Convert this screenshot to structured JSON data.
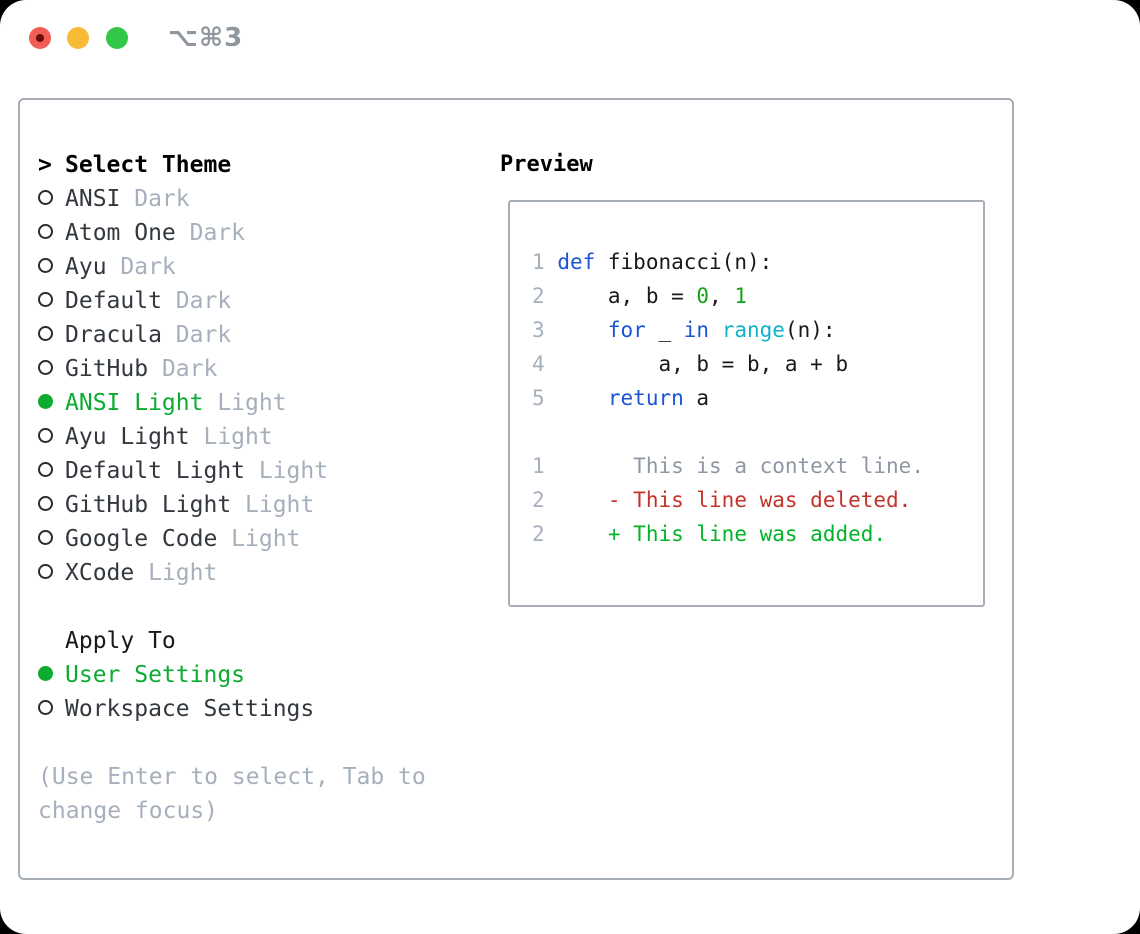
{
  "window": {
    "title": "⌥⌘3"
  },
  "traffic_lights": {
    "red": "#f25d56",
    "red_inner_dot": "#6e0b0b",
    "yellow": "#f7bb38",
    "green": "#33c748"
  },
  "theme_panel": {
    "header": {
      "prompt": ">",
      "label": "Select Theme"
    },
    "themes": [
      {
        "name": "ANSI",
        "variant": "Dark",
        "selected": false
      },
      {
        "name": "Atom One",
        "variant": "Dark",
        "selected": false
      },
      {
        "name": "Ayu",
        "variant": "Dark",
        "selected": false
      },
      {
        "name": "Default",
        "variant": "Dark",
        "selected": false
      },
      {
        "name": "Dracula",
        "variant": "Dark",
        "selected": false
      },
      {
        "name": "GitHub",
        "variant": "Dark",
        "selected": false
      },
      {
        "name": "ANSI Light",
        "variant": "Light",
        "selected": true
      },
      {
        "name": "Ayu Light",
        "variant": "Light",
        "selected": false
      },
      {
        "name": "Default Light",
        "variant": "Light",
        "selected": false
      },
      {
        "name": "GitHub Light",
        "variant": "Light",
        "selected": false
      },
      {
        "name": "Google Code",
        "variant": "Light",
        "selected": false
      },
      {
        "name": "XCode",
        "variant": "Light",
        "selected": false
      }
    ],
    "apply_to": {
      "label": "Apply To",
      "options": [
        {
          "name": "User Settings",
          "selected": true
        },
        {
          "name": "Workspace Settings",
          "selected": false
        }
      ]
    },
    "hint_lines": [
      "(Use Enter to select, Tab to",
      "change focus)"
    ]
  },
  "preview": {
    "label": "Preview",
    "code_lines": [
      {
        "num": "1",
        "tokens": [
          {
            "c": "kw",
            "t": "def"
          },
          {
            "c": "plain",
            "t": " fibonacci(n):"
          }
        ]
      },
      {
        "num": "2",
        "tokens": [
          {
            "c": "plain",
            "t": "    a, b = "
          },
          {
            "c": "lit",
            "t": "0"
          },
          {
            "c": "plain",
            "t": ", "
          },
          {
            "c": "lit",
            "t": "1"
          }
        ]
      },
      {
        "num": "3",
        "tokens": [
          {
            "c": "plain",
            "t": "    "
          },
          {
            "c": "kw",
            "t": "for"
          },
          {
            "c": "plain",
            "t": " _ "
          },
          {
            "c": "kw",
            "t": "in"
          },
          {
            "c": "plain",
            "t": " "
          },
          {
            "c": "fn",
            "t": "range"
          },
          {
            "c": "plain",
            "t": "(n):"
          }
        ]
      },
      {
        "num": "4",
        "tokens": [
          {
            "c": "plain",
            "t": "        a, b = b, a + b"
          }
        ]
      },
      {
        "num": "5",
        "tokens": [
          {
            "c": "plain",
            "t": "    "
          },
          {
            "c": "kw",
            "t": "return"
          },
          {
            "c": "plain",
            "t": " a"
          }
        ]
      }
    ],
    "diff_lines": [
      {
        "num": "1",
        "tokens": [
          {
            "c": "ctx",
            "t": "      This is a context line."
          }
        ]
      },
      {
        "num": "2",
        "tokens": [
          {
            "c": "plain",
            "t": "    "
          },
          {
            "c": "del",
            "t": "- This line was deleted."
          }
        ]
      },
      {
        "num": "2",
        "tokens": [
          {
            "c": "plain",
            "t": "    "
          },
          {
            "c": "add",
            "t": "+ This line was added."
          }
        ]
      }
    ]
  },
  "colors": {
    "accent_green": "#0cab32",
    "list_text": "#33383f",
    "muted_gray": "#a6afbc",
    "keyword_blue": "#1b55d6",
    "literal_green": "#12a514",
    "builtin_cyan": "#11b3c9",
    "deleted_red": "#c4332a",
    "added_green": "#04b32a",
    "context_gray": "#8e97a3",
    "border_gray": "#a7aeb8",
    "title_gray": "#8f969e"
  }
}
